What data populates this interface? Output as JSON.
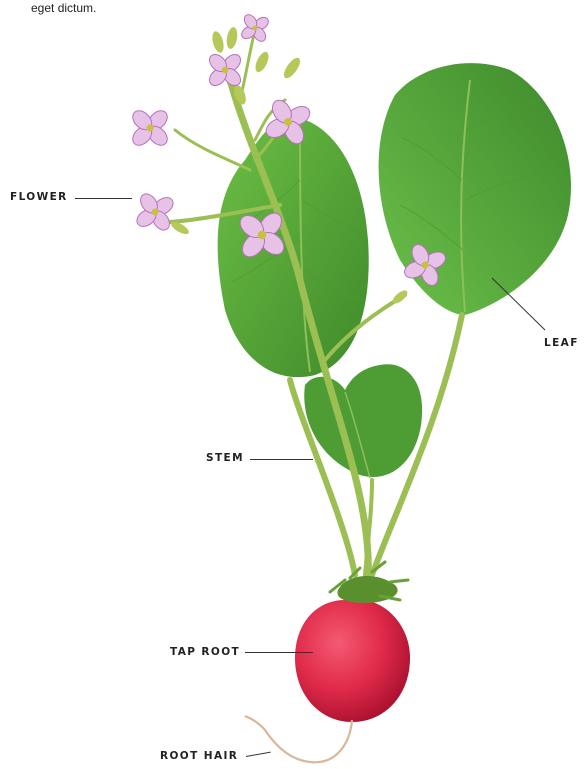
{
  "intro_text_fragment": "eget dictum.",
  "labels": {
    "flower": "FLOWER",
    "leaf": "LEAF",
    "stem": "STEM",
    "tap_root": "TAP ROOT",
    "root_hair": "ROOT HAIR"
  },
  "colors": {
    "leaf": "#5aa83a",
    "leaf_dark": "#3f8a2a",
    "stem": "#9cbf54",
    "petal": "#e6c3e6",
    "petal_tip": "#b970b9",
    "radish": "#e02a4a",
    "radish_dark": "#b81838",
    "root_hair": "#d8b89a",
    "leader_line": "#333333"
  }
}
